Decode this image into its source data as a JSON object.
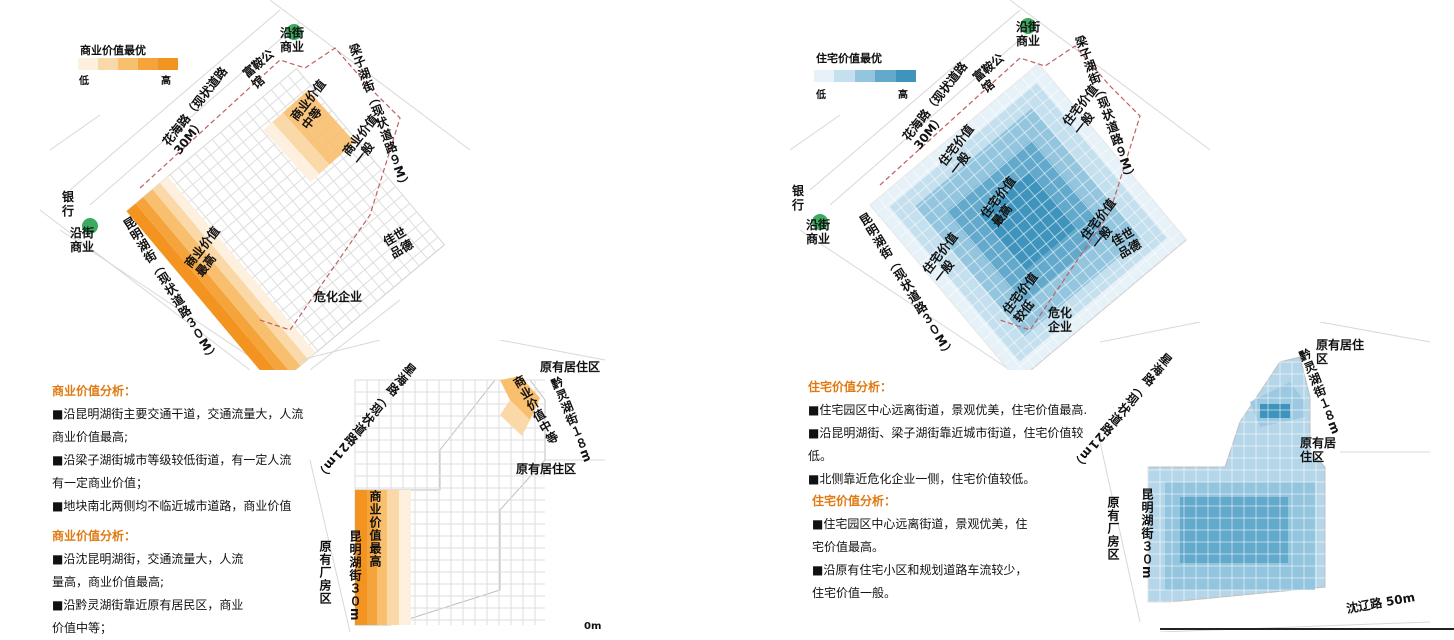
{
  "left_plan": {
    "legend": {
      "title": "商业价值最优",
      "low": "低",
      "high": "高",
      "colors": [
        "#fdf0df",
        "#fbd8a8",
        "#f8bf6f",
        "#f5a43c",
        "#f39420"
      ]
    },
    "labels": {
      "road_huahai": "花海路（现状道路30M）",
      "fuyin": "富鞍公馆",
      "commerce_mid": "商业价值中等",
      "liangzi_road": "梁子湖街（现状道路９M）",
      "commerce_general": "商业价值一般",
      "street_shop_top": "沿街商业",
      "bank": "银行",
      "street_shop_left": "沿街商业",
      "kunming_road": "昆明湖街（现状道路３０M）",
      "commerce_max": "商业价值最高",
      "jiashi": "佳世品德",
      "chem": "危化企业"
    }
  },
  "left_bottom": {
    "labels": {
      "xinghai": "星海路（现状道路21m）",
      "residential_1": "原有居住区",
      "qianling": "黔灵湖街１８m",
      "commerce_mid": "商业价值中等",
      "residential_2": "原有居住区",
      "factory": "原有厂房区",
      "kunming": "昆明湖街３０m",
      "commerce_max": "商业价值最高",
      "clip": "0m"
    }
  },
  "left_text": {
    "block1": {
      "heading": "商业价值分析：",
      "lines": [
        "■沿昆明湖街主要交通干道，交通流量大，人流",
        "商业价值最高;",
        "■沿梁子湖街城市等级较低街道，有一定人流",
        "有一定商业价值；",
        "■地块南北两侧均不临近城市道路，商业价值"
      ]
    },
    "block2": {
      "heading": "商业价值分析：",
      "lines": [
        "■沿沈昆明湖街，交通流量大，人流",
        "量高，商业价值最高;",
        "■沿黔灵湖街靠近原有居民区，商业",
        "价值中等；"
      ]
    }
  },
  "right_plan": {
    "legend": {
      "title": "住宅价值最优",
      "low": "低",
      "high": "高",
      "colors": [
        "#e6f1f8",
        "#c4dfed",
        "#93c5de",
        "#62a9cc",
        "#3f94bd"
      ]
    },
    "labels": {
      "road_huahai": "花海路（现状道路30M）",
      "fuyin": "富鞍公馆",
      "street_shop_top": "沿街商业",
      "liangzi_road": "梁子湖街（现状道路９M）",
      "house_general_top": "住宅价值一般",
      "house_general_right": "住宅价值一般",
      "house_max": "住宅价值最高",
      "bank": "银行",
      "street_shop_left": "沿街商业",
      "kunming_road": "昆明湖街（现状道路３０M）",
      "house_general_left": "住宅价值一般",
      "house_general_lower_right": "住宅价值一般",
      "house_lower": "住宅价值较低",
      "chem": "危化企业",
      "jiashi": "佳世品德"
    }
  },
  "right_bottom": {
    "labels": {
      "xinghai": "星海路（现状道路21m）",
      "residential_1": "原有居住区",
      "qianling": "黔灵湖街１８m",
      "residential_2": "原有居住区",
      "factory": "原有厂房区",
      "kunming": "昆明湖街３０m",
      "shenliao": "沈辽路 50m"
    }
  },
  "right_text": {
    "block1": {
      "heading": "住宅价值分析：",
      "lines": [
        "■住宅园区中心远离街道，景观优美，住宅价值最高.",
        "■沿昆明湖街、梁子湖街靠近城市街道，住宅价值较",
        "低。",
        "■北侧靠近危化企业一侧，住宅价值较低。"
      ]
    },
    "block2": {
      "heading": "住宅价值分析：",
      "lines": [
        "■住宅园区中心远离街道，景观优美，住",
        "宅价值最高。",
        "■沿原有住宅小区和规划道路车流较少，",
        "住宅价值一般。"
      ]
    }
  }
}
